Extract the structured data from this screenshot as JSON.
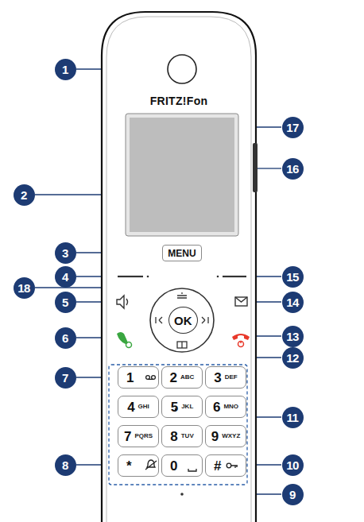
{
  "diagram": {
    "nodes": [
      {
        "text": [
          "FRITZ!Fon"
        ]
      },
      {
        "text": [
          "MENU"
        ],
        "in": 0
      },
      {
        "text": [
          "OK"
        ],
        "in": 0
      },
      {
        "text": [
          "1"
        ],
        "in": 0
      },
      {
        "text": [
          "2",
          "ABC"
        ],
        "in": 0
      },
      {
        "text": [
          "3",
          "DEF"
        ],
        "in": 0
      },
      {
        "text": [
          "4",
          "GHI"
        ],
        "in": 0
      },
      {
        "text": [
          "5",
          "JKL"
        ],
        "in": 0
      },
      {
        "text": [
          "6",
          "MNO"
        ],
        "in": 0
      },
      {
        "text": [
          "7",
          "PQRS"
        ],
        "in": 0
      },
      {
        "text": [
          "8",
          "TUV"
        ],
        "in": 0
      },
      {
        "text": [
          "9",
          "WXYZ"
        ],
        "in": 0
      },
      {
        "text": [
          "*"
        ],
        "in": 0
      },
      {
        "text": [
          "0"
        ],
        "in": 0
      },
      {
        "text": [
          "#"
        ],
        "in": 0
      }
    ],
    "labels": [
      "1",
      "2",
      "3",
      "4",
      "5",
      "6",
      "7",
      "8",
      "9",
      "10",
      "11",
      "12",
      "13",
      "14",
      "15",
      "16",
      "17",
      "18"
    ]
  }
}
